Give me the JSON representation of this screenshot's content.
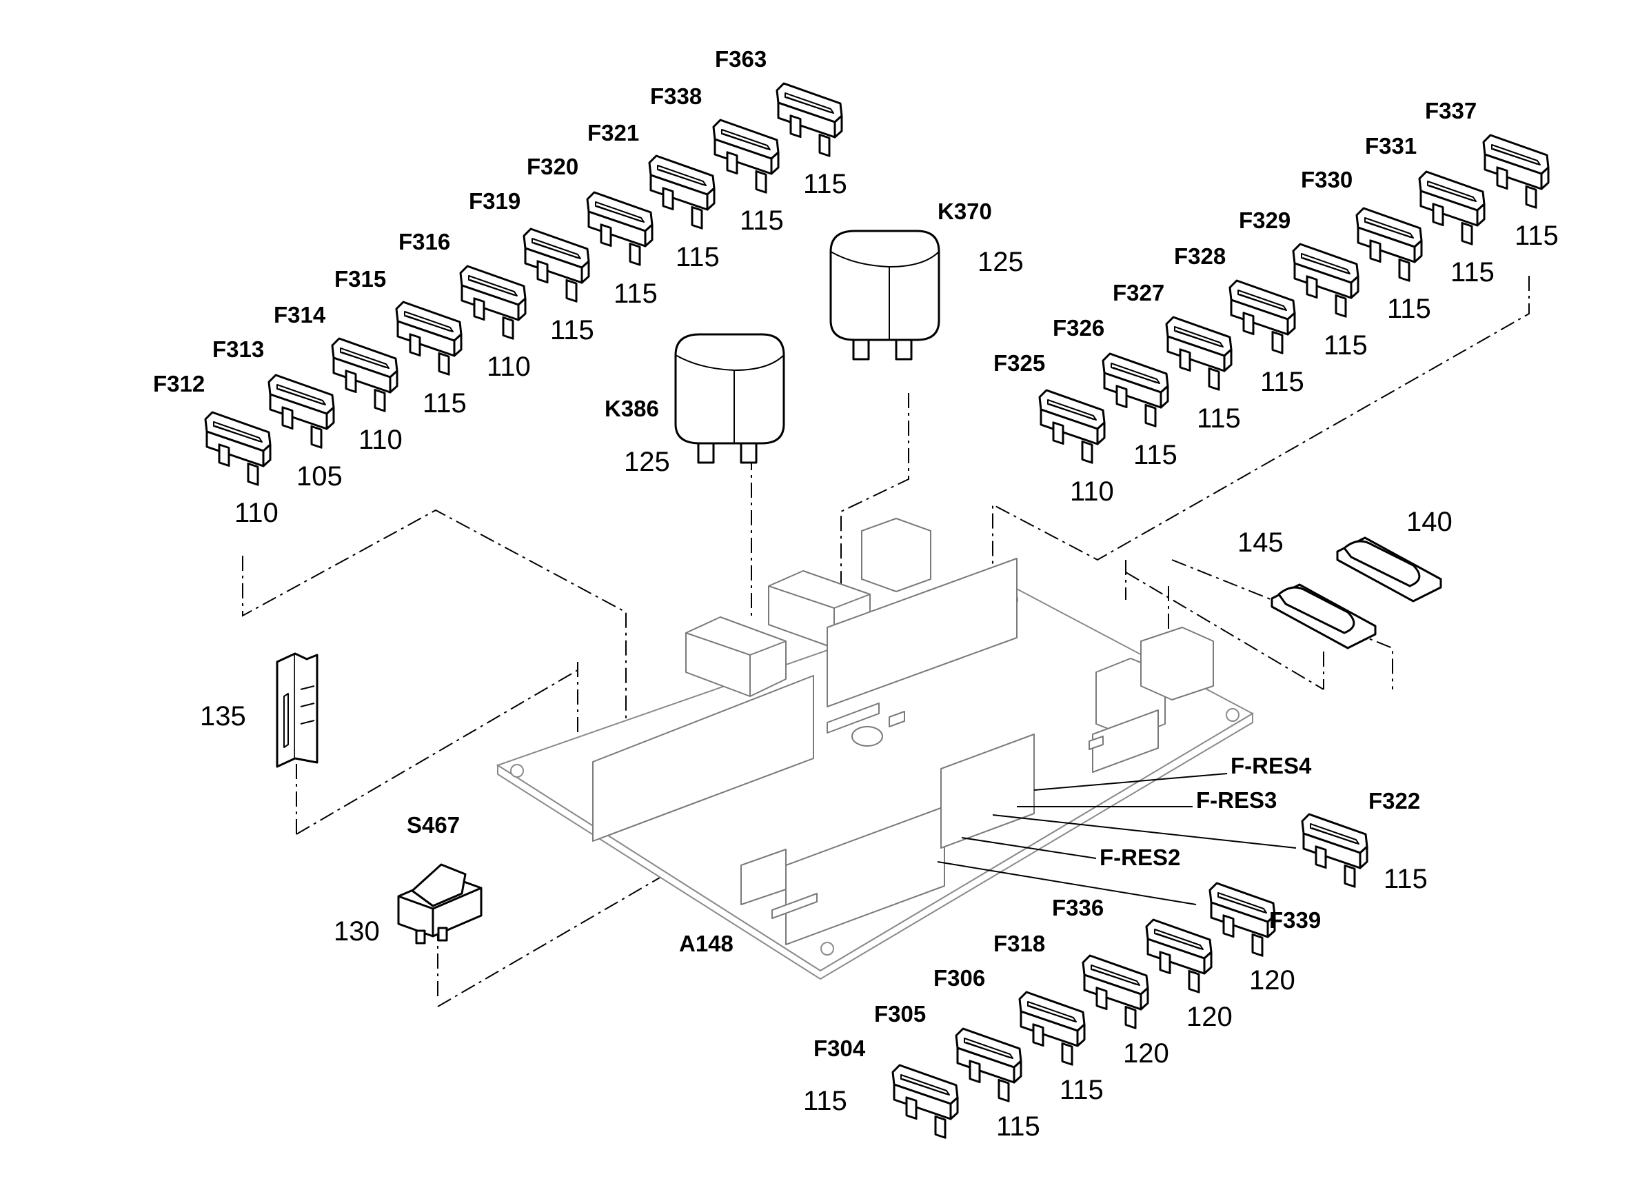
{
  "board": {
    "label": "A148"
  },
  "fuses": [
    {
      "id": "F363",
      "qty": "115"
    },
    {
      "id": "F338",
      "qty": "115"
    },
    {
      "id": "F321",
      "qty": "115"
    },
    {
      "id": "F320",
      "qty": "115"
    },
    {
      "id": "F319",
      "qty": "115"
    },
    {
      "id": "F316",
      "qty": "110"
    },
    {
      "id": "F315",
      "qty": "115"
    },
    {
      "id": "F314",
      "qty": "110"
    },
    {
      "id": "F313",
      "qty": "105"
    },
    {
      "id": "F312",
      "qty": "110"
    },
    {
      "id": "F337",
      "qty": "115"
    },
    {
      "id": "F331",
      "qty": "115"
    },
    {
      "id": "F330",
      "qty": "115"
    },
    {
      "id": "F329",
      "qty": "115"
    },
    {
      "id": "F328",
      "qty": "115"
    },
    {
      "id": "F327",
      "qty": "115"
    },
    {
      "id": "F326",
      "qty": "115"
    },
    {
      "id": "F325",
      "qty": "110"
    },
    {
      "id": "F322",
      "qty": "115"
    },
    {
      "id": "F339",
      "qty": "120"
    },
    {
      "id": "F336",
      "qty": "120"
    },
    {
      "id": "F318",
      "qty": "120"
    },
    {
      "id": "F306",
      "qty": "115"
    },
    {
      "id": "F305",
      "qty": "115"
    },
    {
      "id": "F304",
      "qty": "115"
    }
  ],
  "relays": [
    {
      "id": "K370",
      "qty": "125"
    },
    {
      "id": "K386",
      "qty": "125"
    }
  ],
  "switch": {
    "id": "S467",
    "qty": "130"
  },
  "clip": {
    "qty": "135"
  },
  "covers": [
    {
      "qty": "140"
    },
    {
      "qty": "145"
    }
  ],
  "reserve_labels": [
    "F-RES4",
    "F-RES3",
    "F-RES2"
  ]
}
